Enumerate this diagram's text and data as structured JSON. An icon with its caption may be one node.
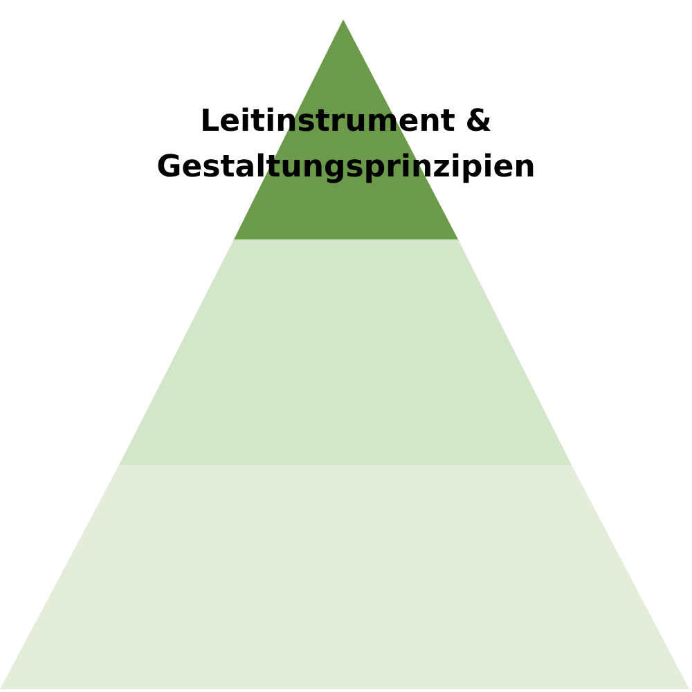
{
  "diagram": {
    "nodes": [
      {
        "text": [
          "Leitinstrument & Gestaltungsprinzipien"
        ]
      },
      {
        "text": [],
        "shape": "band"
      },
      {
        "text": [],
        "shape": "band"
      }
    ]
  }
}
